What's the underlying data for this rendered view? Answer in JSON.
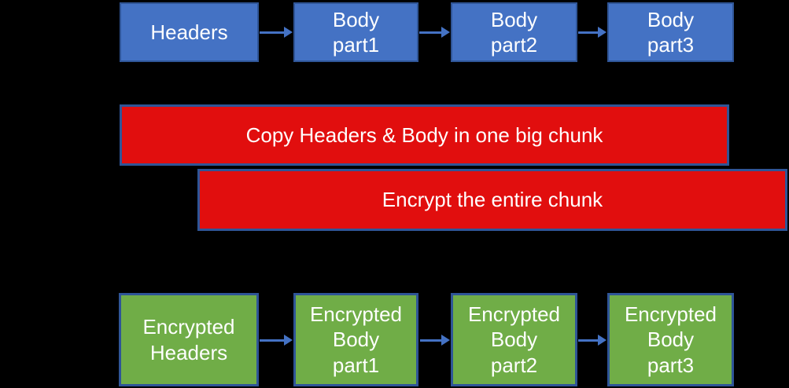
{
  "diagram": {
    "colors": {
      "background": "#000000",
      "box_blue": "#4472C4",
      "box_red": "#E10E0E",
      "box_green": "#70AD47",
      "box_border": "#2F5597",
      "arrow": "#4472C4",
      "text": "#FFFFFF"
    },
    "top_row": [
      {
        "label": "Headers"
      },
      {
        "label": "Body\npart1"
      },
      {
        "label": "Body\npart2"
      },
      {
        "label": "Body\npart3"
      }
    ],
    "process_steps": [
      {
        "label": "Copy Headers & Body in one big chunk"
      },
      {
        "label": "Encrypt the entire chunk"
      }
    ],
    "bottom_row": [
      {
        "label": "Encrypted\nHeaders"
      },
      {
        "label": "Encrypted\nBody\npart1"
      },
      {
        "label": "Encrypted\nBody\npart2"
      },
      {
        "label": "Encrypted\nBody\npart3"
      }
    ]
  }
}
